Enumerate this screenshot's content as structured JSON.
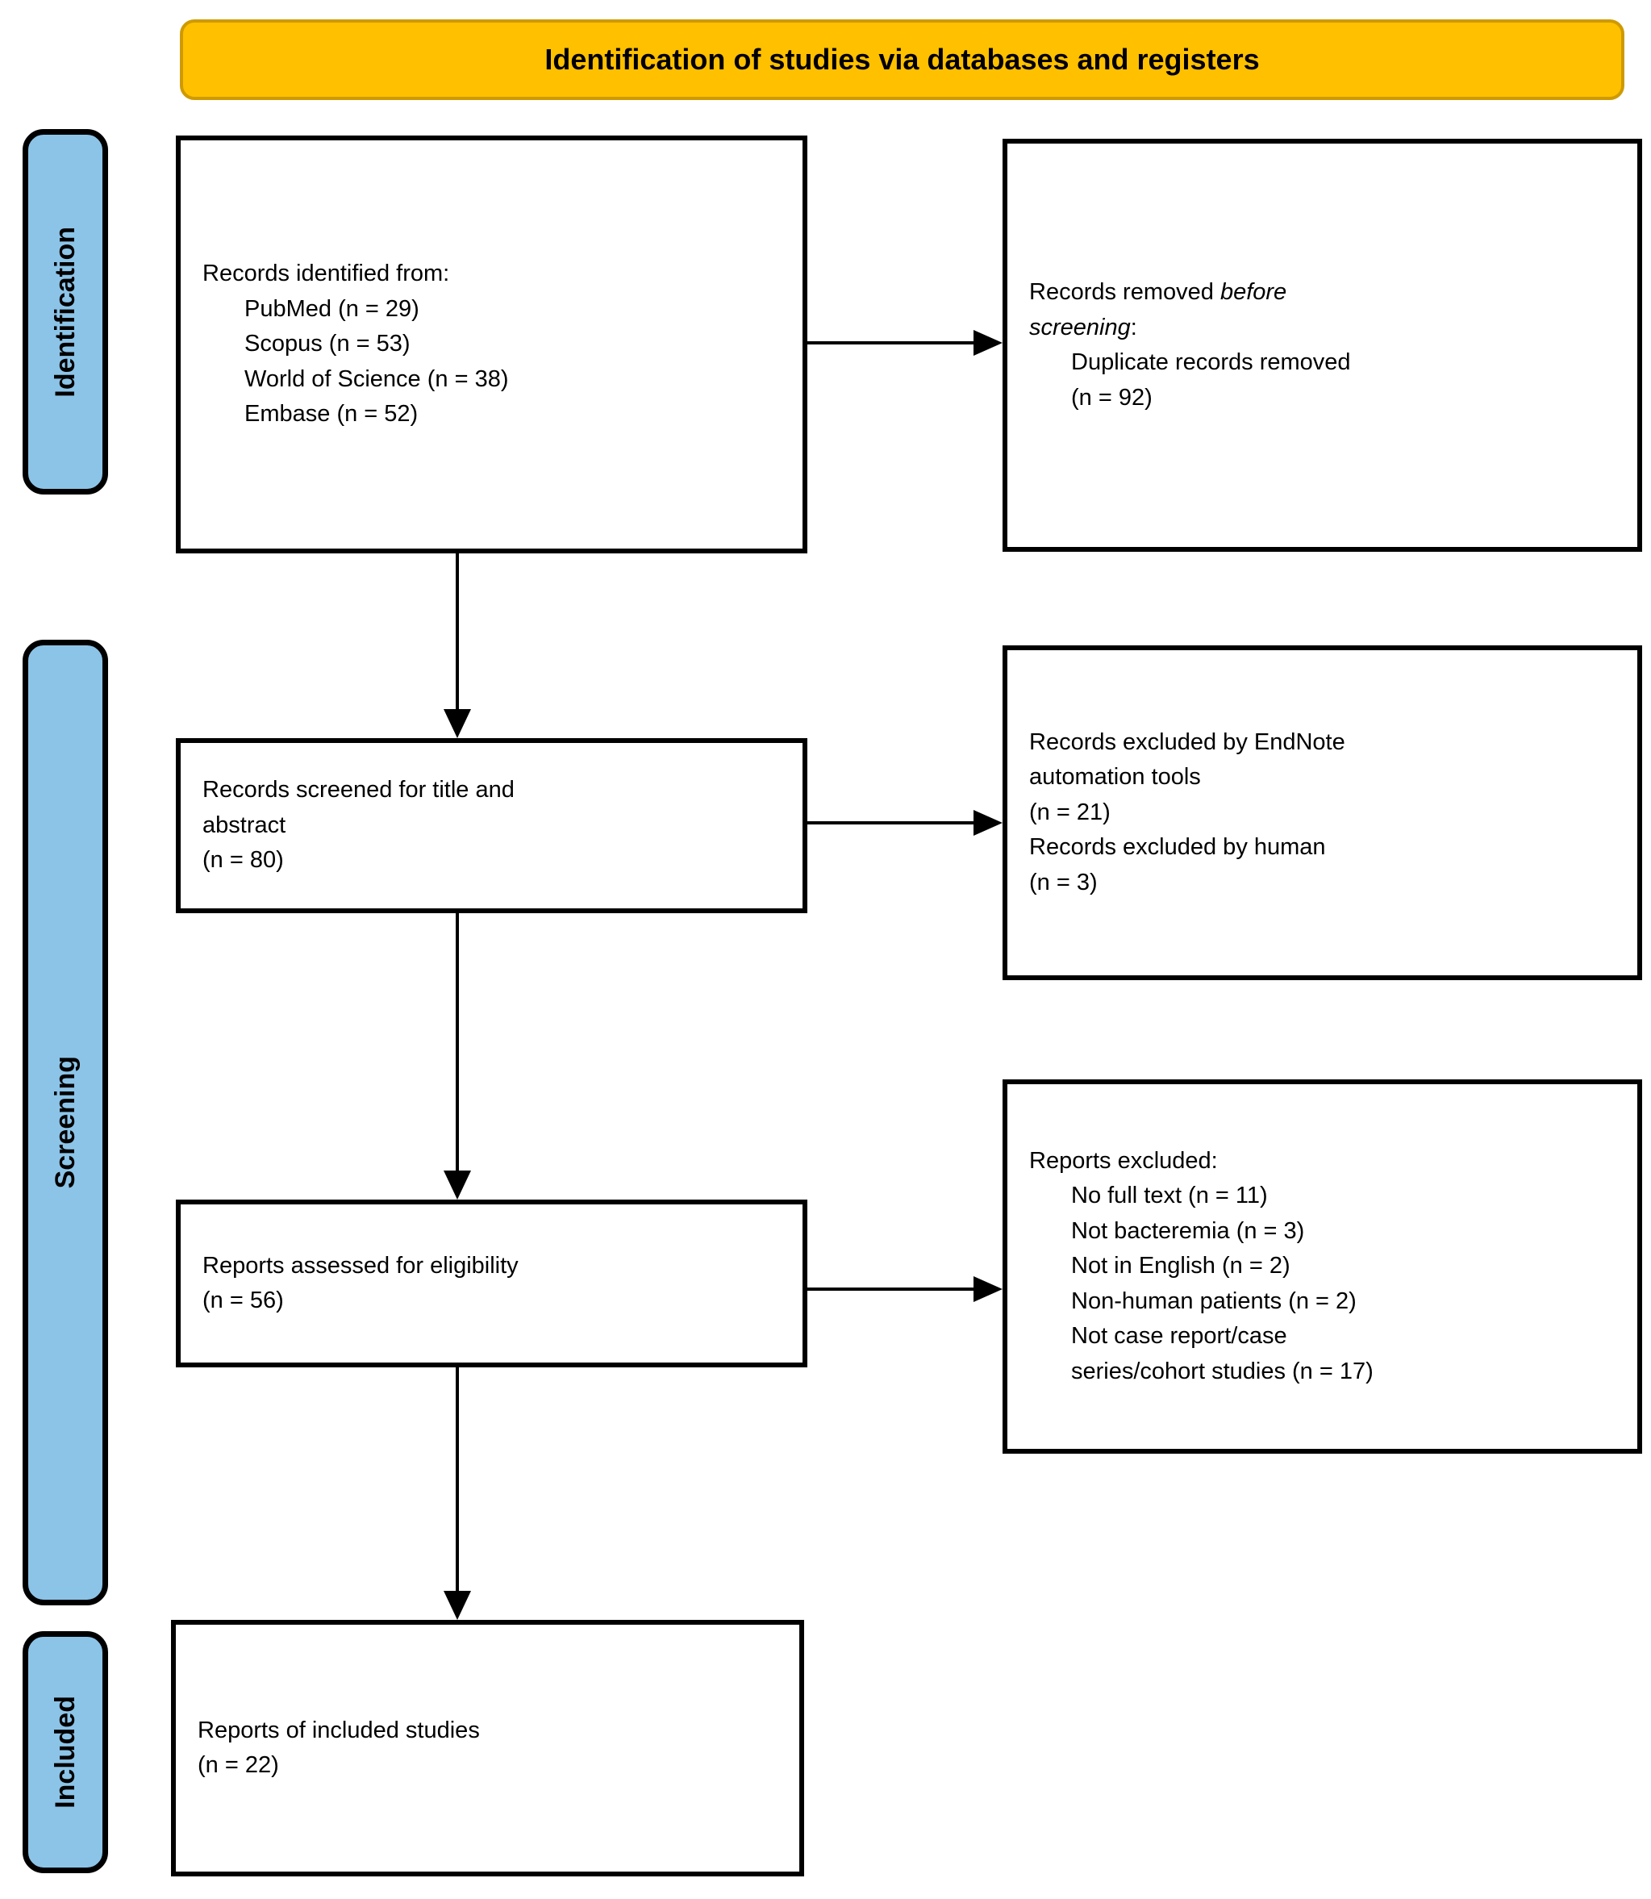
{
  "header": {
    "title": "Identification of studies via databases and registers"
  },
  "stages": {
    "identification": {
      "label": "Identification"
    },
    "screening": {
      "label": "Screening"
    },
    "included": {
      "label": "Included"
    }
  },
  "boxes": {
    "records_identified": {
      "lines": [
        {
          "text": "Records identified from:",
          "indent": 0
        },
        {
          "text": "PubMed (n = 29)",
          "indent": 1
        },
        {
          "text": "Scopus (n = 53)",
          "indent": 1
        },
        {
          "text": "World of Science (n = 38)",
          "indent": 1
        },
        {
          "text": "Embase (n = 52)",
          "indent": 1
        }
      ]
    },
    "records_removed": {
      "title": {
        "prefix": "Records removed ",
        "italic": "before screening",
        "suffix": ":"
      },
      "lines": [
        {
          "text": "Duplicate records removed",
          "indent": 1
        },
        {
          "text": "(n = 92)",
          "indent": 1
        }
      ]
    },
    "records_screened": {
      "lines": [
        {
          "text": "Records screened for title and",
          "indent": 0
        },
        {
          "text": "abstract",
          "indent": 0
        },
        {
          "text": "(n = 80)",
          "indent": 0
        }
      ]
    },
    "records_excluded": {
      "lines": [
        {
          "text": "Records excluded by EndNote",
          "indent": 0
        },
        {
          "text": "automation tools",
          "indent": 0
        },
        {
          "text": "(n = 21)",
          "indent": 0
        },
        {
          "text": "Records excluded by human",
          "indent": 0
        },
        {
          "text": "(n = 3)",
          "indent": 0
        }
      ]
    },
    "reports_assessed": {
      "lines": [
        {
          "text": "Reports assessed for eligibility",
          "indent": 0
        },
        {
          "text": "(n = 56)",
          "indent": 0
        }
      ]
    },
    "reports_excluded": {
      "lines": [
        {
          "text": "Reports excluded:",
          "indent": 0
        },
        {
          "text": "No full text (n = 11)",
          "indent": 1
        },
        {
          "text": "Not bacteremia (n = 3)",
          "indent": 1
        },
        {
          "text": "Not in English (n = 2)",
          "indent": 1
        },
        {
          "text": "Non-human patients (n = 2)",
          "indent": 1
        },
        {
          "text": "Not case report/case",
          "indent": 1
        },
        {
          "text": "series/cohort studies (n = 17)",
          "indent": 1
        }
      ]
    },
    "reports_included": {
      "lines": [
        {
          "text": "Reports of included studies",
          "indent": 0
        },
        {
          "text": "(n = 22)",
          "indent": 0
        }
      ]
    }
  },
  "colors": {
    "header_bg": "#FFC000",
    "header_border": "#CE9A00",
    "stage_bg": "#8CC4E8",
    "box_border": "#000000",
    "arrow": "#000000"
  }
}
